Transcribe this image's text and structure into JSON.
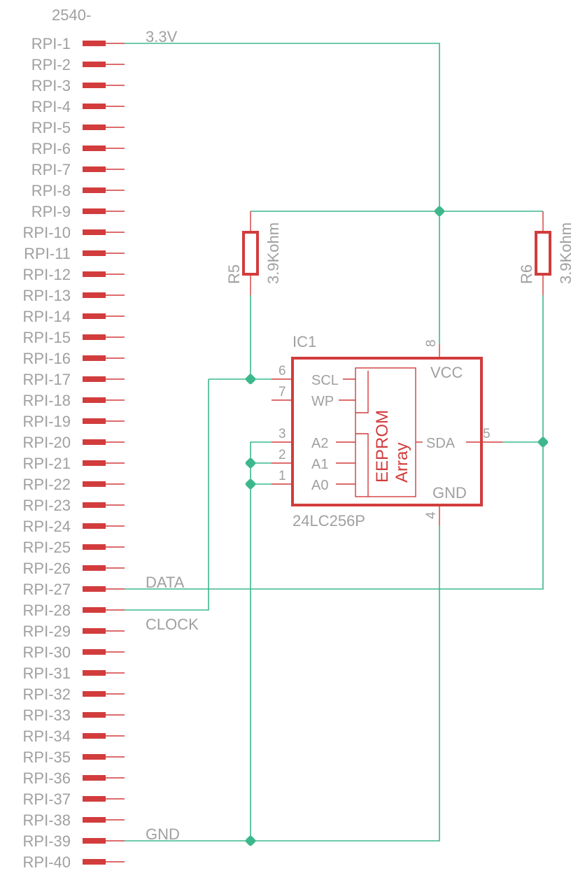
{
  "connector": {
    "name": "2540-",
    "pins": [
      "RPI-1",
      "RPI-2",
      "RPI-3",
      "RPI-4",
      "RPI-5",
      "RPI-6",
      "RPI-7",
      "RPI-8",
      "RPI-9",
      "RPI-10",
      "RPI-11",
      "RPI-12",
      "RPI-13",
      "RPI-14",
      "RPI-15",
      "RPI-16",
      "RPI-17",
      "RPI-18",
      "RPI-19",
      "RPI-20",
      "RPI-21",
      "RPI-22",
      "RPI-23",
      "RPI-24",
      "RPI-25",
      "RPI-26",
      "RPI-27",
      "RPI-28",
      "RPI-29",
      "RPI-30",
      "RPI-31",
      "RPI-32",
      "RPI-33",
      "RPI-34",
      "RPI-35",
      "RPI-36",
      "RPI-37",
      "RPI-38",
      "RPI-39",
      "RPI-40"
    ]
  },
  "nets": {
    "vcc": "3.3V",
    "data": "DATA",
    "clock": "CLOCK",
    "gnd": "GND"
  },
  "resistors": [
    {
      "ref": "R5",
      "value": "3.9Kohm"
    },
    {
      "ref": "R6",
      "value": "3.9Kohm"
    }
  ],
  "ic": {
    "ref": "IC1",
    "part": "24LC256P",
    "block_line1": "EEPROM",
    "block_line2": "Array",
    "pins": {
      "scl": {
        "name": "SCL",
        "num": "6"
      },
      "wp": {
        "name": "WP",
        "num": "7"
      },
      "a2": {
        "name": "A2",
        "num": "3"
      },
      "a1": {
        "name": "A1",
        "num": "2"
      },
      "a0": {
        "name": "A0",
        "num": "1"
      },
      "sda": {
        "name": "SDA",
        "num": "5"
      },
      "vcc": {
        "name": "VCC",
        "num": "8"
      },
      "gnd": {
        "name": "GND",
        "num": "4"
      }
    }
  },
  "colors": {
    "wire": "#3cb88c",
    "symbol": "#d23c3c",
    "label": "#a0a0a0"
  }
}
